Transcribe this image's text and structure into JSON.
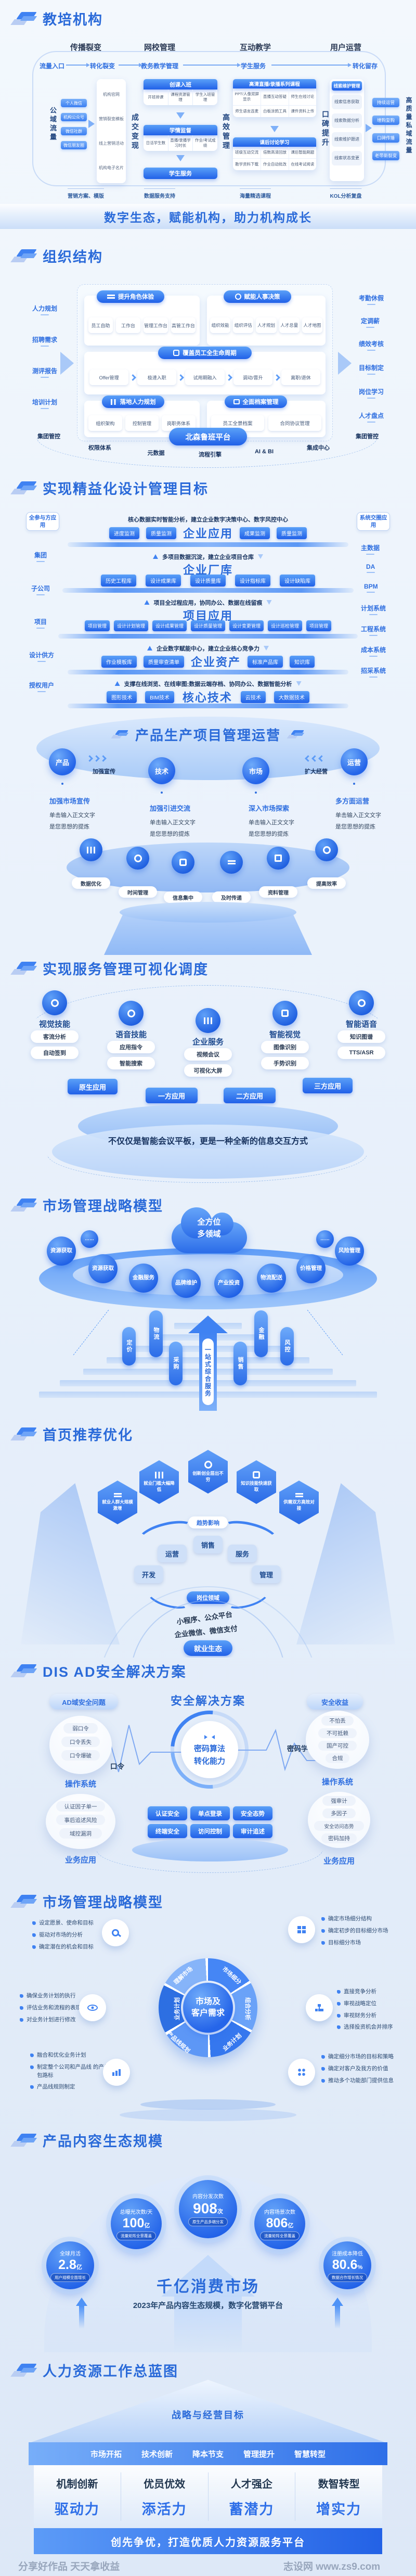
{
  "s1": {
    "title": "教培机构",
    "headers": [
      "传播裂变",
      "网校管理",
      "互动教学",
      "用户运营"
    ],
    "flow": [
      "流量入口",
      "转化裂变",
      "教务教学管理",
      "学生服务",
      "转化留存"
    ],
    "left_v": "公域流量",
    "left_chips": [
      "个人微信",
      "机构公众号",
      "微信社群",
      "微信朋友圈"
    ],
    "site_items": [
      "机构官网",
      "营销裂变模板",
      "线上营销活动",
      "机构电子名片"
    ],
    "v1": "成交变现",
    "c1_title": "创课入班",
    "c1_items": [
      "开班排课",
      "课程资源管理",
      "学生入班管理"
    ],
    "c2_title": "学情监督",
    "c2_items": [
      "日活学生数",
      "直播/录播学习时长",
      "作业/考试成绩"
    ],
    "c3_title": "学生服务",
    "v2": "高效管理",
    "c4_title": "高清直播/录播系列课程",
    "c4_items": [
      "PPT/人像双屏显示",
      "直播互动答疑",
      "师生在线讨论",
      "师生语言连麦",
      "白板涂鸦工具",
      "课件资料上传"
    ],
    "c5_title": "课后讨论学习",
    "c5_items": [
      "班级互动交流",
      "倍数高清回放",
      "课后智能刷题",
      "教学资料下载",
      "作业自动批改",
      "在线考试阅读"
    ],
    "v3": "口碑提升",
    "c6_title": "线索维护管理",
    "c6_items": [
      "线索信息获取",
      "线索数据分析",
      "线索维护跟进",
      "线索状态变更"
    ],
    "right_chips": [
      "持续运营",
      "增购复购",
      "口碑传播",
      "老带新裂变"
    ],
    "right_v": "高质量私域流量",
    "bottoms": [
      "营销方案、模版",
      "数据服务支持",
      "海量精选课程",
      "KOL分析复盘"
    ],
    "banner": "数字生态，赋能机构，助力机构成长"
  },
  "s2": {
    "title": "组织结构",
    "left_items": [
      "人力规划",
      "招聘需求",
      "测评报告",
      "培训计划"
    ],
    "c1_title": "提升角色体验",
    "c1_items": [
      "员工自助",
      "工作台",
      "管理工作台",
      "高管工作台"
    ],
    "c2_title": "赋能人事决策",
    "c2_items": [
      "组织效能",
      "组织评估",
      "人才规划",
      "人才总量",
      "人才地图"
    ],
    "c3_title": "覆盖员工全生命周期",
    "c3_items": [
      "Offer管理",
      "极速入职",
      "试用期融入",
      "调动/晋升",
      "离职/退休"
    ],
    "c4_title": "落地人力规划",
    "c4_items": [
      "组织架构",
      "控制管理",
      "岗职务体系"
    ],
    "c5_title": "全面档案管理",
    "c5_items": [
      "员工全景档案",
      "合同协议管理"
    ],
    "right_items": [
      "考勤休假",
      "定调薪",
      "绩效考核",
      "目标制定",
      "岗位学习",
      "人才盘点"
    ],
    "platform": "北森鲁班平台",
    "base_left": "集团管控",
    "base_right": "集团管控",
    "base_items": [
      "权限体系",
      "元数据",
      "流程引擎",
      "AI & BI",
      "集成中心"
    ]
  },
  "s3": {
    "title": "实现精益化设计管理目标",
    "left_tag": "全参与方应用",
    "left_items": [
      "集团",
      "子公司",
      "项目",
      "设计供方",
      "授权用户"
    ],
    "right_tag": "系统交圈应用",
    "right_items": [
      "主数据",
      "DA",
      "BPM",
      "计划系统",
      "工程系统",
      "成本系统",
      "招采系统"
    ],
    "l1_caption": "核心数据实时智能分析，建立企业数字决策中心、数字风控中心",
    "l1_title": "企业应用",
    "l1_chips": [
      "进度监测",
      "质量监测",
      "成果监测",
      "质量监测"
    ],
    "l2_caption": "多项目数据沉淀，建立企业项目仓库",
    "l2_title": "企业厂库",
    "l2_chips": [
      "历史工程库",
      "设计成果库",
      "设计质量库",
      "设计指标库",
      "设计缺陷库"
    ],
    "l3_caption": "项目全过程应用，协同办公、数据在线留痕",
    "l3_title": "项目应用",
    "l3_chips": [
      "项目管理",
      "设计计划管理",
      "设计成果管理",
      "设计质量管理",
      "设计变更管理",
      "设计巡检管理",
      "项目管理"
    ],
    "l4_caption": "企业数字赋能中心，建立企业核心竞争力",
    "l4_title": "企业资产",
    "l4_chips": [
      "作业模板库",
      "质量审查清单",
      "标准产品库",
      "知识库"
    ],
    "l5_caption": "支撑在线浏览、在线审图;数据云端存档、协同办公、数据智能分析",
    "l5_title": "核心技术",
    "l5_chips": [
      "图形技术",
      "BIM技术",
      "云技术",
      "大数据技术"
    ]
  },
  "s4": {
    "title": "产品生产项目管理运营",
    "circles": [
      "产品",
      "技术",
      "市场",
      "运营"
    ],
    "arrow_label1": "加强宣传",
    "arrow_label2": "扩大经营",
    "blocks": [
      {
        "h": "加强市场宣传",
        "b1": "单击输入正文文字",
        "b2": "是您思想的提炼"
      },
      {
        "h": "加强引进交流",
        "b1": "单击输入正文文字",
        "b2": "是您思想的提炼"
      },
      {
        "h": "深入市场探索",
        "b1": "单击输入正文文字",
        "b2": "是您思想的提炼"
      },
      {
        "h": "多方面运营",
        "b1": "单击输入正文文字",
        "b2": "是您思想的提炼"
      }
    ],
    "features": [
      "数据优化",
      "时间管理",
      "信息集中",
      "及时传递",
      "资料管理",
      "提高效率"
    ]
  },
  "s5": {
    "title": "实现服务管理可视化调度",
    "groups": [
      {
        "label": "视觉技能",
        "i1": "客流分析",
        "i2": "自动签到"
      },
      {
        "label": "语音技能",
        "i1": "应用指令",
        "i2": "智能搜索"
      },
      {
        "label": "企业服务",
        "i1": "视频会议",
        "i2": "可视化大屏"
      },
      {
        "label": "智能视觉",
        "i1": "图像识别",
        "i2": "手势识别"
      },
      {
        "label": "智能语音",
        "i1": "知识图谱",
        "i2": "TTS/ASR"
      }
    ],
    "apps": [
      "原生应用",
      "一方应用",
      "二方应用",
      "三方应用"
    ],
    "caption": "不仅仅是智能会议平板，更是一种全新的信息交互方式"
  },
  "s6": {
    "title": "市场管理战略模型",
    "cloud1": "全方位",
    "cloud2": "多领域",
    "dots": "……",
    "circles": [
      "资源获取",
      "资源获取",
      "金融服务",
      "品牌维护",
      "产业投资",
      "物流配送",
      "价格管理",
      "风险管理"
    ],
    "center_pill": "一站式综合服务",
    "pills_left": [
      "定价",
      "物流",
      "采购"
    ],
    "pills_right": [
      "销售",
      "金融",
      "风控"
    ]
  },
  "s7": {
    "title": "首页推荐优化",
    "hexes": [
      "就业人群大规模激增",
      "就业门槛大幅降低",
      "创新创业层出不穷",
      "知识技能快速获取",
      "供需双方高效对接"
    ],
    "arc_top": "趋势影响",
    "mids": [
      "销售",
      "运营",
      "服务",
      "开发",
      "管理"
    ],
    "arc_bottom": "岗位领域",
    "line1": "小程序、公众平台",
    "line2": "企业微信、微信支付",
    "bottom_pill": "就业生态"
  },
  "s8": {
    "title": "DIS AD安全解决方案",
    "pill_left": "AD域安全问题",
    "center_title": "安全解决方案",
    "pill_right": "安全收益",
    "lb1_items": [
      "弱口令",
      "口令丢失",
      "口令爆破"
    ],
    "lb1_label": "操作系统",
    "lb2_items": [
      "认证因子单一",
      "事后追述风险",
      "域控漏洞"
    ],
    "lb2_label": "业务应用",
    "word_left": "口令",
    "core1": "密码算法",
    "core2": "转化能力",
    "word_right": "密码学",
    "chips": [
      "认证安全",
      "单点登录",
      "安全态势",
      "终端安全",
      "访问控制",
      "审计追述"
    ],
    "rb1_items": [
      "不怕丢",
      "不可抵赖",
      "国产可控",
      "合规"
    ],
    "rb1_label": "操作系统",
    "rb2_items": [
      "强审计",
      "多因子",
      "安全访问态势",
      "密码加持"
    ],
    "rb2_label": "业务应用"
  },
  "s9": {
    "title": "市场管理战略模型",
    "center1": "市场及",
    "center2": "客户需求",
    "segments": [
      "理解市场",
      "市场细分",
      "组合分析",
      "业务计划",
      "产品线规划",
      "业务计划"
    ],
    "g1": [
      "设定愿景、使命和目标",
      "驱动对市场的分析",
      "确定潜在的机会和目标"
    ],
    "g2": [
      "确定市场细分结构",
      "确定初步的目标细分市场",
      "目标细分市场"
    ],
    "g3": [
      "确保业务计划的执行",
      "评估业务和流程的表现",
      "对业务计划进行修改"
    ],
    "g4": [
      "直接竞争分析",
      "审视战略定位",
      "审视财务分析",
      "选择投资机会并排序"
    ],
    "g5": [
      "融合和优化业务计划",
      "制定整个公司和产品线 的产品包路标",
      "产品线规则制定"
    ],
    "g6": [
      "确定细分市场的目标和策略",
      "确定对客户及我方的价值",
      "推动多个功能部门提供信息"
    ]
  },
  "s10": {
    "title": "产品内容生态规模",
    "stats": [
      {
        "label": "全球月活",
        "value": "2.8",
        "unit": "亿",
        "tag": "用户规模全面增长"
      },
      {
        "label": "总曝光次数/天",
        "value": "100",
        "unit": "亿",
        "tag": "流量矩阵全景覆盖"
      },
      {
        "label": "内容分发次数",
        "value": "908",
        "unit": "次",
        "tag": "原生产品多端分发"
      },
      {
        "label": "内容场景次数",
        "value": "806",
        "unit": "亿",
        "tag": "流量矩阵全景覆盖"
      },
      {
        "label": "注册成本降低",
        "value": "80.6",
        "unit": "%",
        "tag": "数据合作增长情况"
      }
    ],
    "big_title": "千亿消费市场",
    "subtitle": "2023年产品内容生态规模，数字化营销平台"
  },
  "s11": {
    "title": "人力资源工作总蓝图",
    "roof": "战略与经营目标",
    "bar_items": [
      "市场开拓",
      "技术创新",
      "降本节支",
      "管理提升",
      "智慧转型"
    ],
    "cols": [
      {
        "t": "机制创新",
        "b": "驱动力"
      },
      {
        "t": "优员优效",
        "b": "添活力"
      },
      {
        "t": "人才强企",
        "b": "蓄潜力"
      },
      {
        "t": "数智转型",
        "b": "增实力"
      }
    ],
    "base": "创先争优，打造优质人力资源服务平台"
  },
  "page": {
    "footer_left": "分享好作品 天天拿收益",
    "footer_right": "志设网 www.zs9.com"
  }
}
